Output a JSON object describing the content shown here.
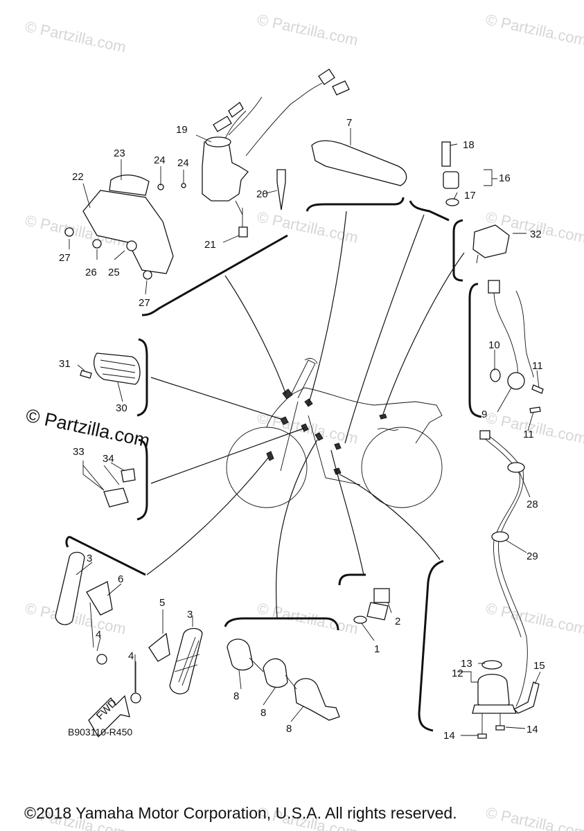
{
  "watermark": {
    "text": "© Partzilla.com",
    "prominent_text": "© Partzilla.com"
  },
  "diagram_code": "B903110-R450",
  "fwd_label": "FWD",
  "copyright": "©2018 Yamaha Motor Corporation, U.S.A. All rights reserved.",
  "callouts": {
    "n1": "1",
    "n2": "2",
    "n3a": "3",
    "n3b": "3",
    "n4a": "4",
    "n4b": "4",
    "n5": "5",
    "n6": "6",
    "n7": "7",
    "n8a": "8",
    "n8b": "8",
    "n8c": "8",
    "n9": "9",
    "n10": "10",
    "n11a": "11",
    "n11b": "11",
    "n12": "12",
    "n13": "13",
    "n14a": "14",
    "n14b": "14",
    "n15": "15",
    "n16": "16",
    "n17": "17",
    "n18": "18",
    "n19": "19",
    "n20": "20",
    "n21": "21",
    "n22": "22",
    "n23": "23",
    "n24a": "24",
    "n24b": "24",
    "n25": "25",
    "n26": "26",
    "n27a": "27",
    "n27b": "27",
    "n28": "28",
    "n29": "29",
    "n30": "30",
    "n31": "31",
    "n32": "32",
    "n33": "33",
    "n34": "34"
  }
}
